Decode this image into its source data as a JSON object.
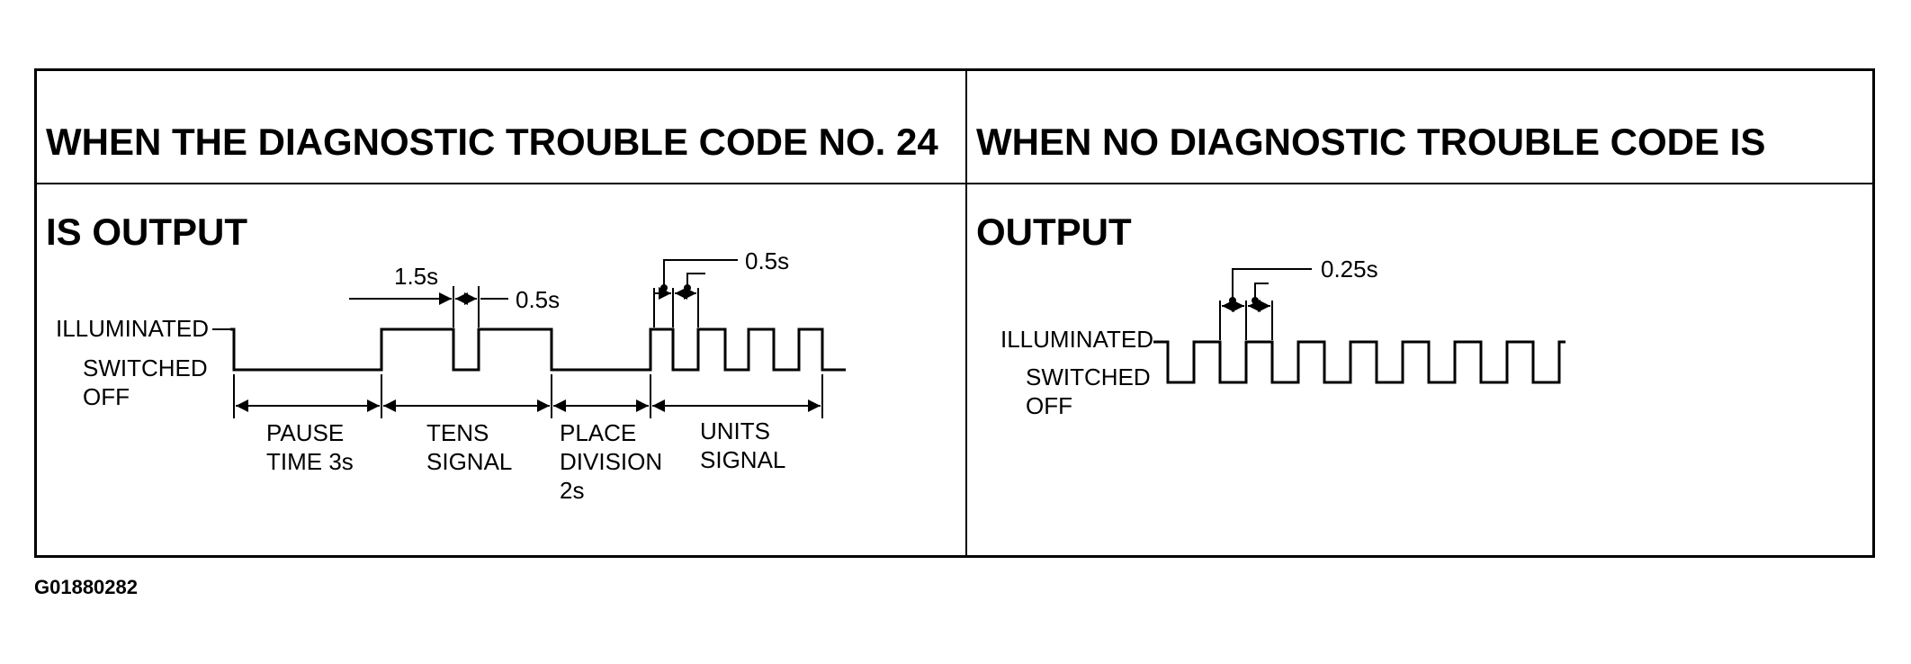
{
  "panels": {
    "left": {
      "header_line1": "WHEN THE DIAGNOSTIC TROUBLE CODE NO. 24",
      "header_line2": "IS OUTPUT",
      "state_high": "ILLUMINATED",
      "state_low_line1": "SWITCHED",
      "state_low_line2": "OFF",
      "timing": {
        "tens_pulse": "1.5s",
        "tens_gap": "0.5s",
        "units_pulse": "0.5s"
      },
      "segments": [
        {
          "lines": [
            "PAUSE",
            "TIME 3s"
          ]
        },
        {
          "lines": [
            "TENS",
            "SIGNAL"
          ]
        },
        {
          "lines": [
            "PLACE",
            "DIVISION",
            "2s"
          ]
        },
        {
          "lines": [
            "UNITS",
            "SIGNAL"
          ]
        }
      ]
    },
    "right": {
      "header_line1": "WHEN NO DIAGNOSTIC TROUBLE CODE IS",
      "header_line2": "OUTPUT",
      "state_high": "ILLUMINATED",
      "state_low_line1": "SWITCHED",
      "state_low_line2": "OFF",
      "timing": {
        "pulse": "0.25s"
      }
    }
  },
  "figure_id": "G01880282"
}
